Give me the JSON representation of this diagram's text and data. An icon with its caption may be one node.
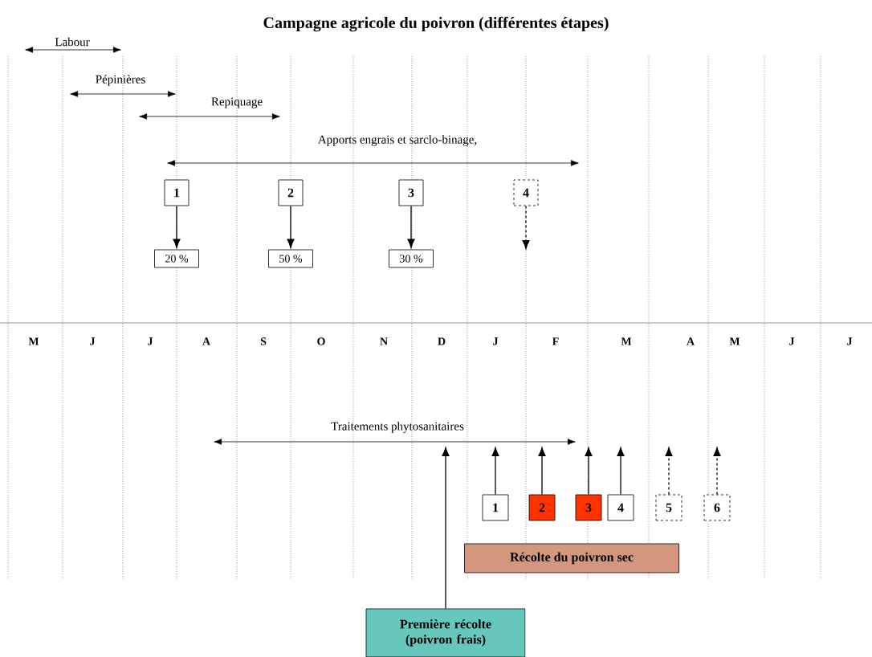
{
  "diagram": {
    "title": "Campagne agricole du poivron (différentes étapes)",
    "nodes": [
      {
        "text": [
          "1"
        ]
      },
      {
        "text": [
          "2"
        ]
      },
      {
        "text": [
          "3"
        ]
      },
      {
        "text": [
          "4"
        ]
      },
      {
        "text": [
          "20 %"
        ]
      },
      {
        "text": [
          "50 %"
        ]
      },
      {
        "text": [
          "30 %"
        ]
      },
      {
        "text": [
          "1"
        ]
      },
      {
        "text": [
          "2"
        ]
      },
      {
        "text": [
          "3"
        ]
      },
      {
        "text": [
          "4"
        ]
      },
      {
        "text": [
          "5"
        ]
      },
      {
        "text": [
          "6"
        ]
      },
      {
        "text": [
          "Récolte du poivron sec"
        ]
      },
      {
        "text": [
          "Première récolte (poivron frais)"
        ]
      }
    ],
    "edges": [
      {
        "from": 0,
        "to": 4,
        "arrow": "to"
      },
      {
        "from": 1,
        "to": 5,
        "arrow": "to"
      },
      {
        "from": 2,
        "to": 6,
        "arrow": "to"
      },
      {
        "from": 3,
        "to": null,
        "arrow": "to",
        "style": "dashed"
      },
      {
        "from": 7,
        "to": null,
        "arrow": "to"
      },
      {
        "from": 8,
        "to": null,
        "arrow": "to"
      },
      {
        "from": 9,
        "to": null,
        "arrow": "to"
      },
      {
        "from": 10,
        "to": null,
        "arrow": "to"
      },
      {
        "from": 11,
        "to": null,
        "arrow": "to",
        "style": "dashed"
      },
      {
        "from": 12,
        "to": null,
        "arrow": "to",
        "style": "dashed"
      },
      {
        "from": 14,
        "to": null,
        "arrow": "to"
      }
    ],
    "labels": [
      "Labour",
      "Pépinières",
      "Repiquage",
      "Apports engrais et sarclo-binage,",
      "M",
      "J",
      "J",
      "A",
      "S",
      "O",
      "N",
      "D",
      "J",
      "F",
      "M",
      "A",
      "M",
      "J",
      "J",
      "Traitements phytosanitaires"
    ]
  }
}
